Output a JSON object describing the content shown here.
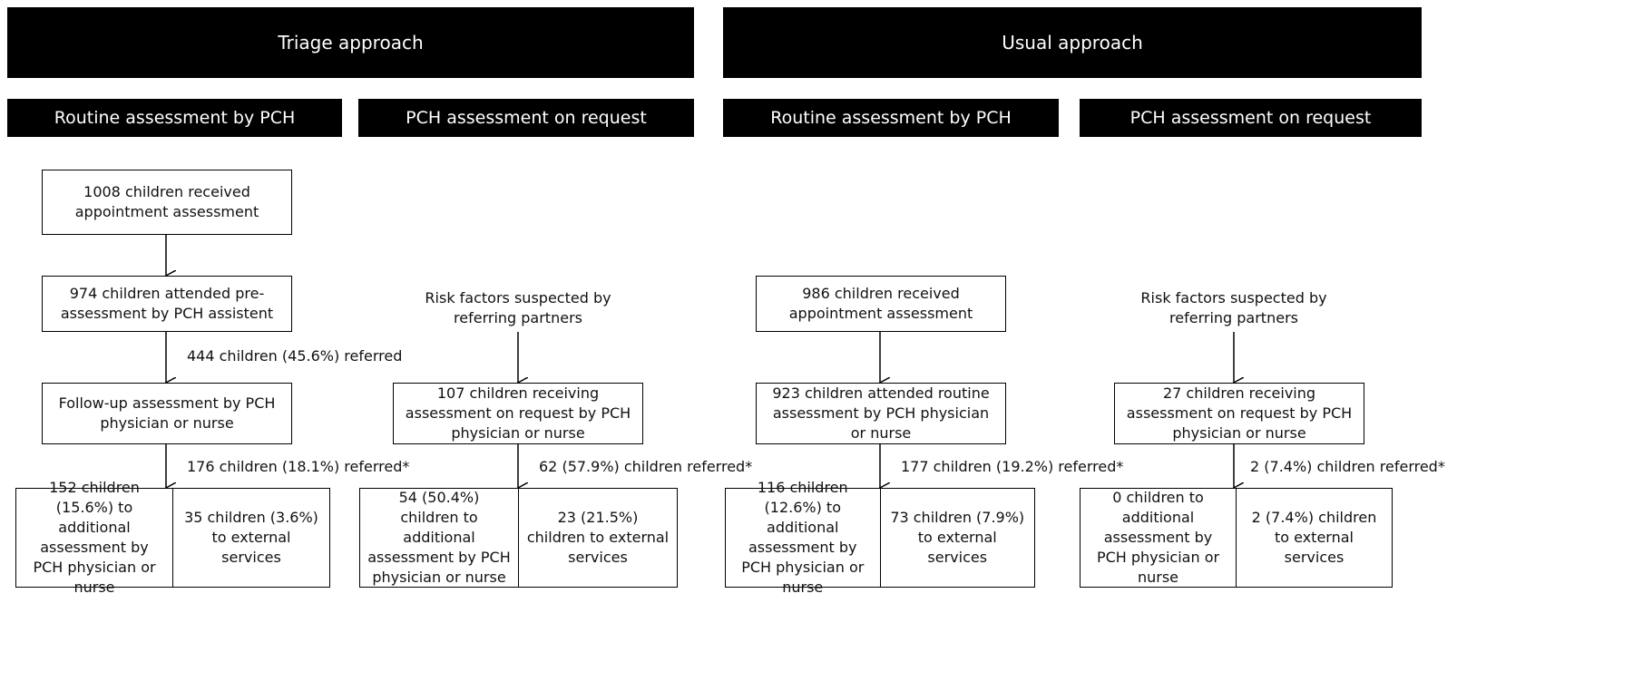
{
  "headers": {
    "triage": "Triage approach",
    "usual": "Usual approach",
    "triage_routine": "Routine assessment by PCH",
    "triage_request": "PCH assessment on request",
    "usual_routine": "Routine assessment by PCH",
    "usual_request": "PCH assessment on request"
  },
  "triage_routine": {
    "box1": "1008 children received appointment assessment",
    "box2": "974 children attended pre-assessment by PCH assistent",
    "label1": "444 children (45.6%) referred",
    "box3": "Follow-up assessment by PCH physician or nurse",
    "label2": "176 children (18.1%) referred*",
    "out_left": "152 children (15.6%) to additional assessment by PCH physician or nurse",
    "out_right": "35 children (3.6%) to external services"
  },
  "triage_request": {
    "risk": "Risk factors suspected by referring partners",
    "box": "107 children receiving assessment on request by PCH physician or nurse",
    "label": "62 (57.9%) children referred*",
    "out_left": "54 (50.4%) children to additional assessment by PCH physician or nurse",
    "out_right": "23 (21.5%) children to external services"
  },
  "usual_routine": {
    "box1": "986 children received appointment assessment",
    "box2": "923 children attended routine assessment by PCH physician or nurse",
    "label": "177 children (19.2%) referred*",
    "out_left": "116 children (12.6%) to additional assessment by PCH physician or nurse",
    "out_right": "73 children (7.9%) to external services"
  },
  "usual_request": {
    "risk": "Risk factors suspected by referring partners",
    "box": "27 children receiving assessment on request by PCH physician or nurse",
    "label": "2 (7.4%) children referred*",
    "out_left": "0 children to additional assessment by PCH physician or nurse",
    "out_right": "2 (7.4%) children to external services"
  }
}
